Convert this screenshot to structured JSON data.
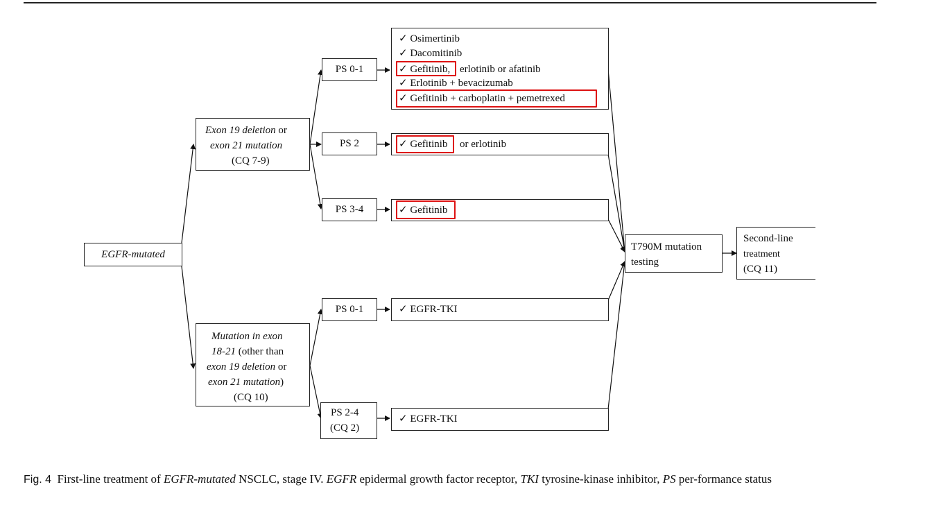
{
  "root": {
    "label": "EGFR-mutated"
  },
  "branch_common": {
    "line1": "Exon 19 deletion",
    "line1_tail": " or",
    "line2": "exon 21 mutation",
    "line3": "(CQ 7-9)"
  },
  "branch_uncommon": {
    "line1": "Mutation in exon",
    "line2a": "18-21",
    "line2b": " (other than",
    "line3a": "exon 19 deletion",
    "line3b": " or",
    "line4a": "exon 21 mutation",
    "line4b": ")",
    "line5": "(CQ 10)"
  },
  "ps_boxes": {
    "common_ps01": "PS 0-1",
    "common_ps2": "PS 2",
    "common_ps34": "PS 3-4",
    "uncommon_ps01": "PS 0-1",
    "uncommon_ps24_line1": "PS 2-4",
    "uncommon_ps24_line2": "(CQ 2)"
  },
  "treatments": {
    "ps01_options": [
      "✓ Osimertinib",
      "✓ Dacomitinib",
      "✓ Gefitinib,",
      "erlotinib  or afatinib",
      "✓ Erlotinib  + bevacizumab",
      "✓ Gefitinib  + carboplatin  + pemetrexed"
    ],
    "ps2_a": "✓ Gefitinib",
    "ps2_b": "or erlotinib",
    "ps34": "✓ Gefitinib",
    "unc_ps01": "✓ EGFR-TKI",
    "unc_ps24": "✓ EGFR-TKI"
  },
  "testing": {
    "line1": "T790M mutation",
    "line2": "testing"
  },
  "second_line": {
    "line1": "Second-line",
    "line2": "treatment",
    "line3": "(CQ 11)"
  },
  "highlight_color": "#dd1111",
  "caption": {
    "label": "Fig. 4",
    "t1": "First-line treatment of ",
    "i1": "EGFR-mutated",
    "t2": " NSCLC, stage IV. ",
    "i2": "EGFR",
    "t3": " epidermal growth factor receptor, ",
    "i3": "TKI",
    "t4": " tyrosine-kinase inhibitor, ",
    "i4": "PS",
    "t5": " per-formance status"
  }
}
